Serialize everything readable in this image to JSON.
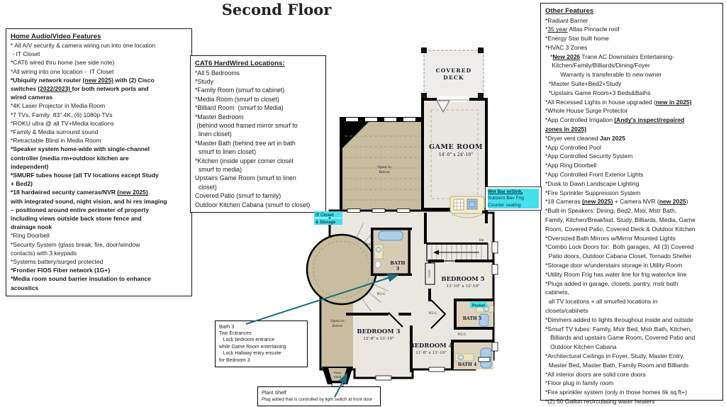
{
  "title": "Second Floor",
  "colors": {
    "cyan_highlight": "#45e0ec",
    "tan_open_area": "#c8bd9f",
    "floor_fill": "#eae7e1",
    "wall": "#000000",
    "arrow_teal": "#1b6f80",
    "tub_blue": "#aecde9",
    "wetbar_yellow": "#f6efc5"
  },
  "boxes": {
    "av": {
      "heading": "Home Audio/Video Features",
      "lines": [
        "* All A/V security & camera wiring run into one location",
        " - IT Closet",
        "*CAT6 wired thru home (see side note)",
        "*All wiring into one location -  IT Closet",
        [
          {
            "t": "*Ubiquity network router ",
            "b": true
          },
          {
            "t": "(new 2025)",
            "b": true,
            "u": true
          },
          {
            "t": " with (2) Cisco",
            "b": true
          }
        ],
        [
          {
            "t": "switches ",
            "b": true
          },
          {
            "t": "(2022/2023) ",
            "b": true,
            "u": true
          },
          {
            "t": "for both network ports and",
            "b": true
          }
        ],
        [
          {
            "t": "wired cameras",
            "b": true
          }
        ],
        "*4K Laser Projector in Media Room",
        "*7 TVs, Family  83\" 4K, (6) 1080p TVs",
        "*ROKU ultra @ all TV+Media locations",
        "*Family & Media surround sound",
        "*Retractable Blind in Media Room",
        [
          {
            "t": "*Speaker system home-wide with single-channel",
            "b": true
          }
        ],
        [
          {
            "t": "controller (media rm+outdoor kitchen are",
            "b": true
          }
        ],
        [
          {
            "t": "independent)",
            "b": true
          }
        ],
        [
          {
            "t": "*SMURF tubes house (all TV locations except Study",
            "b": true
          }
        ],
        [
          {
            "t": "+ Bed2)",
            "b": true
          }
        ],
        [
          {
            "t": "*18 hardwired security cameras/NVR ",
            "b": true
          },
          {
            "t": "(new 2025)",
            "b": true,
            "u": true
          }
        ],
        [
          {
            "t": "with integrated sound, night vision, and hi res imaging",
            "b": true
          }
        ],
        [
          {
            "t": "– positioned around entire perimeter of property",
            "b": true
          }
        ],
        [
          {
            "t": "including views outside back stone fence and",
            "b": true
          }
        ],
        [
          {
            "t": "drainage nook",
            "b": true
          }
        ],
        "*Ring Doorbell",
        "*Security System (glass break, fire, door/window",
        "contacts) with 3 keypads",
        "*Systems battery/surged protected",
        [
          {
            "t": "*Frontier FIOS Fiber network (1G+)",
            "b": true
          }
        ],
        [
          {
            "t": "*Media room sound barrier insulation to enhance",
            "b": true
          }
        ],
        [
          {
            "t": "acoustics",
            "b": true
          }
        ]
      ]
    },
    "cat6": {
      "heading": "CAT6 HardWired Locations:",
      "lines": [
        "*All 5 Bedrooms",
        "*Study",
        "*Family Room (smurf to cabinet)",
        "*Media Room (smurf to closet)",
        "*Billiard Room  (smurf to Media)",
        "*Master Bedroom",
        " (behind wood framed mirror smurf to",
        "  linen closet)",
        "*Master Bath (behind tree art in bath",
        "  smurf to linen closet)",
        "*Kitchen (inside upper corner closet",
        "  smurf to media)",
        "Upstairs Game Room (smurf to linen",
        "  closet)",
        "Covered Patio (smurf to family)",
        "Outdoor Kitchen Cabana (smurf to closet)"
      ]
    },
    "other": {
      "heading": "Other Features",
      "lines": [
        "*Radiant Barrier",
        [
          {
            "t": "*"
          },
          {
            "t": "35 year",
            "u": true
          },
          {
            "t": " Atlas Pinnacle roof"
          }
        ],
        "*Energy Star built home",
        "*HVAC 3 Zones",
        [
          {
            "t": "   *"
          },
          {
            "t": "New 2026",
            "b": true,
            "u": true
          },
          {
            "t": " Trane AC Downstairs Entertaining-"
          }
        ],
        "    Kitchen/Family/Billiards/Dining/Foyer",
        "         Warranty is transferable to new owner",
        "  *Master Suite+Bed2+Study",
        "  *Upstairs Game Room+3 Beds&Baths",
        [
          {
            "t": "*All Recessed Lights in house upgraded ("
          },
          {
            "t": "new in 2025)",
            "b": true,
            "u": true
          }
        ],
        "*Whole House Surge Protector",
        [
          {
            "t": "*App Controlled Irrigation "
          },
          {
            "t": "(Andy's inspect/repaired",
            "b": true,
            "u": true
          }
        ],
        [
          {
            "t": "zones in 2025)",
            "b": true,
            "u": true
          }
        ],
        [
          {
            "t": "*Dryer vent cleaned "
          },
          {
            "t": "Jan 2025",
            "b": true
          }
        ],
        "*App Controlled Pool",
        "*App Controlled Security System",
        "*App Ring Doorbell",
        "*App Controlled Front Exterior Lights",
        "*Dusk to Dawn Landscape Lighting",
        "*Fire Sprinkler Suppression System",
        [
          {
            "t": "*18 Cameras "
          },
          {
            "t": "(new 2025)",
            "b": true,
            "u": true
          },
          {
            "t": " + Camera NVR ("
          },
          {
            "t": "new 2025",
            "b": true,
            "u": true
          },
          {
            "t": ")"
          }
        ],
        "*Built-in Speakers: Dining, Bed2, Mstr, Mstr Bath,",
        "Family, Kitchen/Breakfast, Study, Billiards, Media, Game",
        "Room, Covered Patio, Covered Deck & Outdoor Kitchen",
        "*Oversized Bath Mirrors w/Mirror Mounted Lights",
        "*Combo Lock Doors for:  Both garages,  All (3) Covered",
        "  Patio doors, Outdoor Cabana Closet, Tornado Shelter",
        "*Storage door w/understairs storage in Utility Room",
        "*Utility Room Frig has water line for frig water/ice line",
        "*Plugs added in garage, closets, pantry, mstr bath",
        "cabinets,",
        "  all TV locations + all smurfed locations in",
        "closets/cabinets",
        "*Dimmers added to lights throughout inside and outside",
        "*Smurf TV tubes: Family, Mstr Bed, Mstr Bath, Kitchen,",
        "   Billiards and upstairs Game Room, Covered Patio and",
        "   Outdoor Kitchen Cabana",
        "*Architectural Ceilings in Foyer, Study, Master Entry,",
        "  Master Bed, Master Bath, Family Room and Billiards",
        "*All interior doors are solid core doors",
        "*Floor plug in family room",
        "*Fire sprinkler system (only in those homes 6k sq ft+)",
        "*(2) 50 Gallon recirculating water heaters"
      ]
    }
  },
  "callouts": {
    "bath3": {
      "heading": "Bath 3",
      "lines": [
        "Two Entrances",
        "   Lock bedroom entrance",
        "while Game Room entertaining",
        "   Lock Hallway entry ensuite",
        "for Bedroom 3"
      ]
    },
    "plant_shelf": {
      "heading": "Plant Shelf",
      "lines": [
        "Plug added that is controlled by light switch at front door"
      ]
    }
  },
  "plan": {
    "covered_deck": [
      "COVERED",
      "DECK"
    ],
    "game_room": {
      "name": "GAME ROOM",
      "dims": "14'-0\" x 24'-10\""
    },
    "bedroom5": {
      "name": "BEDROOM 5",
      "dims": "13'-10\" x 12'-10\""
    },
    "bedroom3": {
      "name": "BEDROOM 3",
      "dims": "12'-8\" x 13'-10\""
    },
    "bedroom4": {
      "name": "BEDROOM 4",
      "dims": "11'-8\" x 13'-10\""
    },
    "bath3": [
      "BATH",
      "3"
    ],
    "bath5": "BATH 5",
    "bath4": "BATH 4",
    "wic": "W.I.C.",
    "linen": "Linen",
    "dn": "Dn",
    "open_below": [
      "Open to",
      "Below"
    ],
    "plant_shelf": [
      "Plant",
      "Shelf"
    ],
    "it_closet": [
      "IT Closet",
      "& Storage"
    ],
    "pocket": "Pocket",
    "wet_bar": [
      "Wet Bar w/Sink,",
      "Subzero Bev Frig",
      "Counter seating"
    ]
  }
}
